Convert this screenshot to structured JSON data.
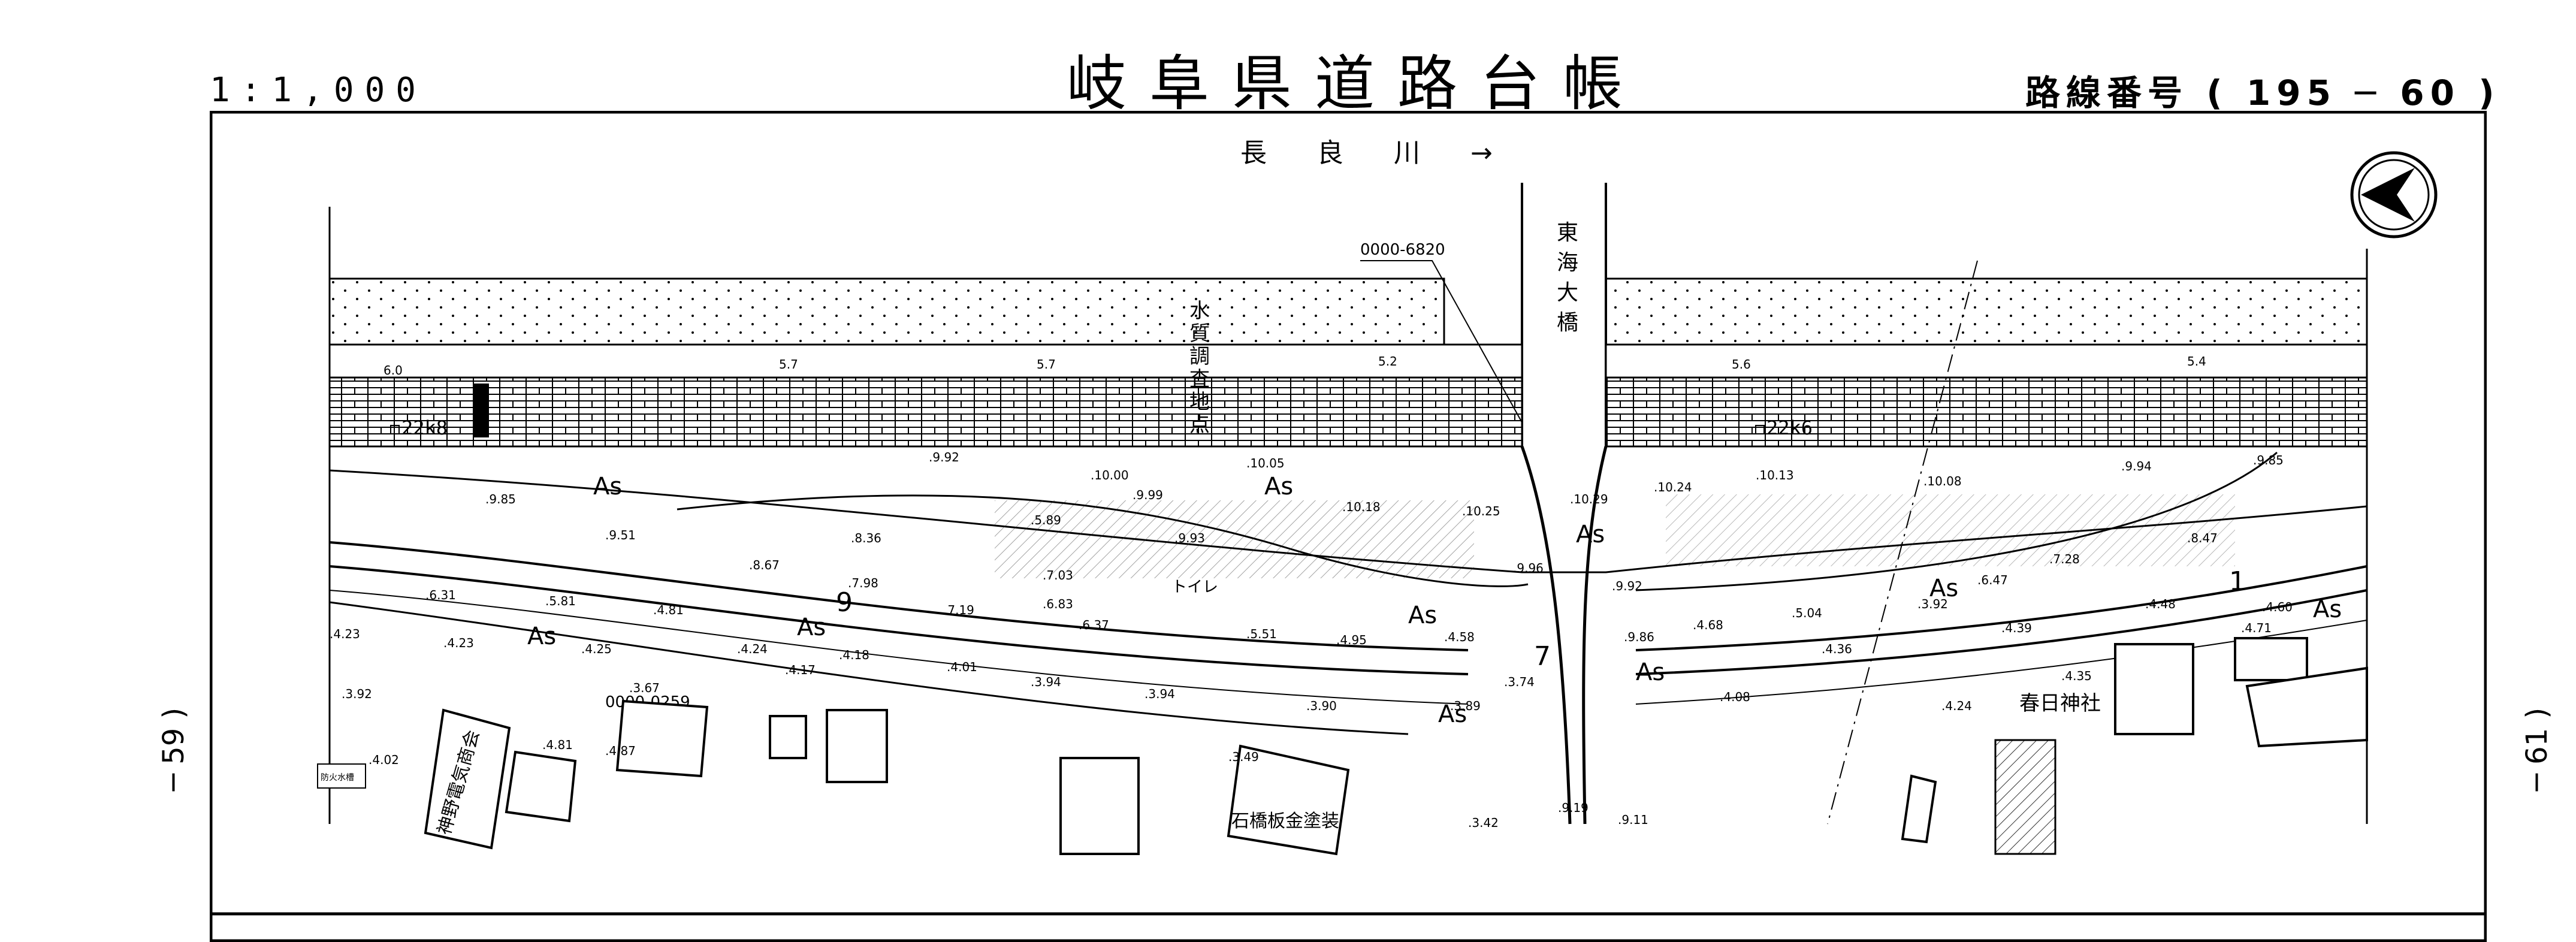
{
  "title": "岐阜県道路台帳",
  "scale": "1:1,000",
  "route_number": "路線番号 ( 195 ─ 60 )",
  "adjacent_sheets": {
    "previous": "─ 59 )",
    "next": "─ 61 )"
  },
  "river_label": "長　良　川　→",
  "bridge_label": "東海大橋",
  "survey_point_label": "水質調査地点",
  "feature_labels": {
    "company": "神野電気商会",
    "shrine": "春日神社",
    "factory": "石橋板金塗装",
    "fire_hydrant": "防火水槽",
    "toilet": "トイレ",
    "pavement": "As"
  },
  "reference_codes": [
    "0000-6820",
    "0000-0259"
  ],
  "kilometer_posts": [
    "22k8",
    "22k6"
  ],
  "route_markers": [
    "9",
    "1",
    "7"
  ],
  "elevations_levee": [
    ".9.92",
    ".10.00",
    ".10.05",
    ".10.13",
    ".9.94",
    ".9.85",
    ".9.99",
    ".10.18",
    ".10.25",
    ".10.29",
    ".10.24",
    ".10.08"
  ],
  "elevations_grass": [
    "6.0",
    "5.7",
    "5.7",
    "5.2",
    "5.6",
    "5.4"
  ],
  "elevations_road": [
    ".9.85",
    ".9.51",
    ".8.67",
    ".8.36",
    ".5.89",
    ".9.93",
    ".7.03",
    ".6.83",
    ".7.98",
    ".7.19",
    ".6.37",
    ".5.51",
    ".4.95",
    ".4.58",
    ".9.96",
    ".9.92",
    ".9.86",
    ".4.68",
    ".5.04",
    ".3.92",
    ".6.47",
    ".7.28",
    ".8.47",
    ".4.39",
    ".4.48",
    ".4.60",
    ".4.36",
    ".4.35",
    ".4.71",
    ".4.24"
  ],
  "elevations_lower": [
    ".4.23",
    ".4.23",
    ".4.25",
    ".6.31",
    ".5.81",
    ".4.81",
    ".4.24",
    ".4.18",
    ".4.17",
    ".4.01",
    ".3.94",
    ".3.94",
    ".3.90",
    ".3.89",
    ".3.74",
    ".4.08",
    ".3.92",
    ".3.67",
    ".4.81",
    ".4.87",
    ".4.02",
    ".3.49",
    ".3.42",
    ".9.19",
    ".9.11"
  ],
  "colors": {
    "ink": "#000000",
    "paper": "#ffffff",
    "hatch": "#333333"
  }
}
